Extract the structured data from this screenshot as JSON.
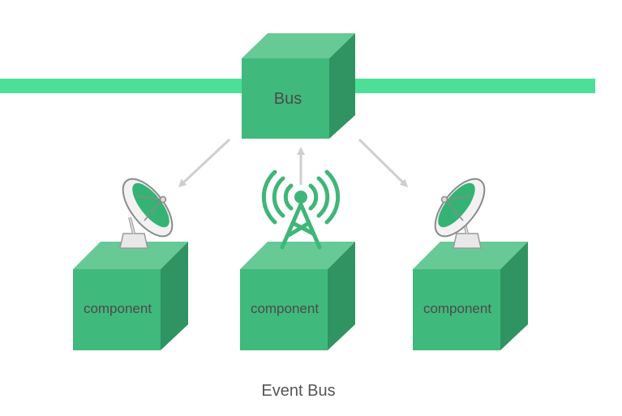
{
  "bus": {
    "label": "Bus"
  },
  "components": [
    {
      "label": "component",
      "device": "satellite-dish"
    },
    {
      "label": "component",
      "device": "radio-tower"
    },
    {
      "label": "component",
      "device": "satellite-dish"
    }
  ],
  "caption": "Event Bus",
  "colors": {
    "bus_line": "#4ddf98",
    "cube_front": "#40b97c",
    "cube_top": "#67c996",
    "cube_side": "#2f9461",
    "arrow": "#cfcfcf",
    "tower": "#3fb678",
    "label_text": "#4b4b4b",
    "caption_text": "#555555"
  }
}
